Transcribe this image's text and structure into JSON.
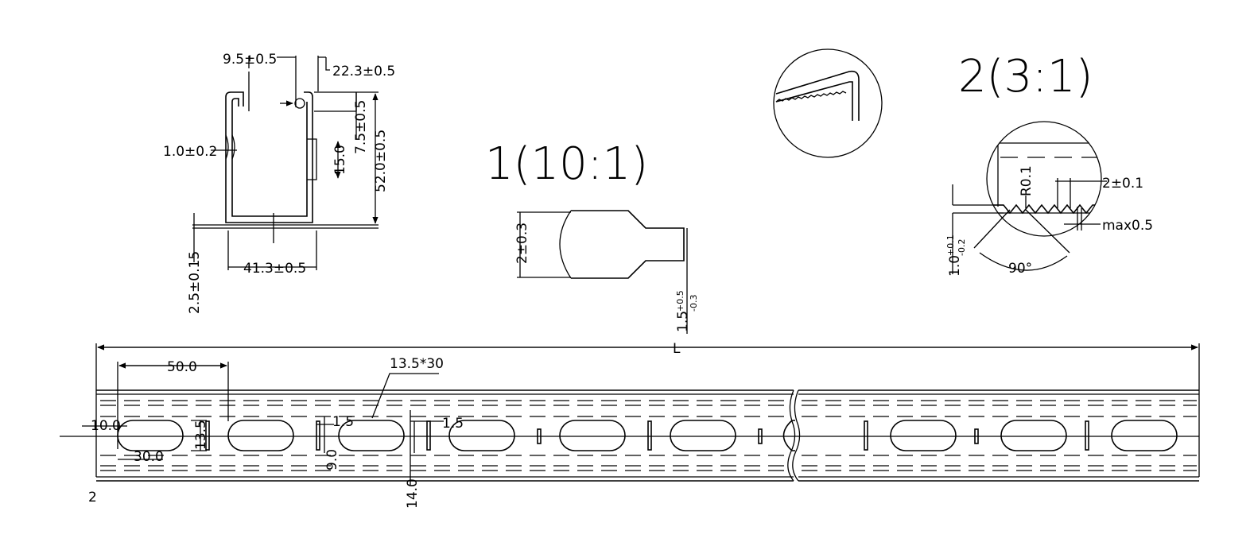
{
  "profile_view": {
    "dims": {
      "lip_offset": "9.5±0.5",
      "hole_offset": "22.3±0.5",
      "wall": "1.0±0.2",
      "hole_depth": "7.5±0.5",
      "inner": "15.0",
      "height": "52.0±0.5",
      "base": "2.5±0.15",
      "width": "41.3±0.5"
    }
  },
  "detail1": {
    "title": "1(10:1)",
    "dims": {
      "thickness": "2±0.3",
      "tip_base": "1.5",
      "tip_tol_upper": "+0.5",
      "tip_tol_lower": "-0.3"
    }
  },
  "detail2": {
    "title": "2(3:1)",
    "dims": {
      "radius": "R0.1",
      "pitch": "2±0.1",
      "max_depth": "max0.5",
      "thickness_base": "1.0",
      "thickness_tol_upper": "+0.1",
      "thickness_tol_lower": "-0.2",
      "angle": "90°"
    }
  },
  "rail_view": {
    "length_label": "L",
    "dims": {
      "slot_pitch": "50.0",
      "slot_size": "13.5*30",
      "edge_offset": "10.0",
      "slot_height": "13.5",
      "slot_length": "30.0",
      "small_slot_width_a": "1.5",
      "small_slot_width_b": "1.5",
      "small_slot_height": "9.0",
      "small_slot_length": "14.0"
    },
    "callout": "2"
  }
}
